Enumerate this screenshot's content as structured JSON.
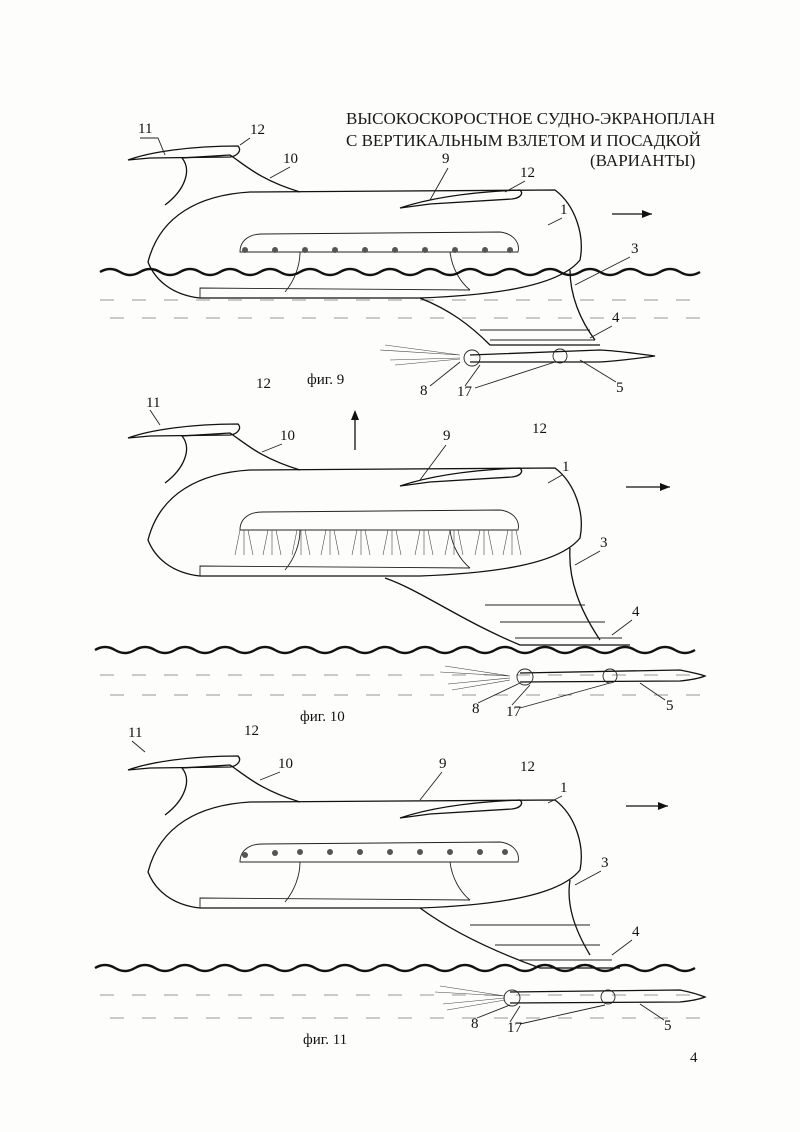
{
  "title": {
    "line1": "ВЫСОКОСКОРОСТНОЕ СУДНО-ЭКРАНОПЛАН",
    "line2": "С ВЕРТИКАЛЬНЫМ ВЗЛЕТОМ И ПОСАДКОЙ",
    "line3": "(ВАРИАНТЫ)"
  },
  "labels": {
    "n1": "1",
    "n3": "3",
    "n4": "4",
    "n5": "5",
    "n8": "8",
    "n9": "9",
    "n10": "10",
    "n11": "11",
    "n12": "12",
    "n17": "17"
  },
  "captions": {
    "fig9": "фиг. 9",
    "fig10": "фиг. 10",
    "fig11": "фиг. 11"
  },
  "page_number": "4",
  "colors": {
    "ink": "#111111",
    "paper": "#fdfdfb"
  }
}
